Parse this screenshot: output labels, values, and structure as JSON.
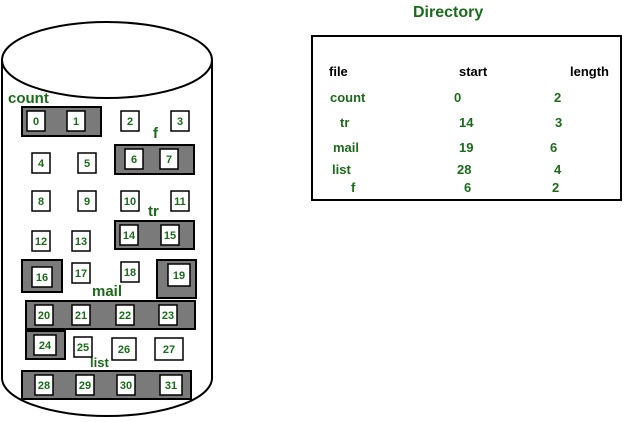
{
  "disk": {
    "blocks": [
      "0",
      "1",
      "2",
      "3",
      "4",
      "5",
      "6",
      "7",
      "8",
      "9",
      "10",
      "11",
      "12",
      "13",
      "14",
      "15",
      "16",
      "17",
      "18",
      "19",
      "20",
      "21",
      "22",
      "23",
      "24",
      "25",
      "26",
      "27",
      "28",
      "29",
      "30",
      "31"
    ],
    "files": [
      {
        "label": "count",
        "blocks": [
          0,
          1
        ]
      },
      {
        "label": "f",
        "blocks": [
          6,
          7
        ]
      },
      {
        "label": "tr",
        "blocks": [
          14,
          15
        ]
      },
      {
        "label": "mail",
        "blocks": [
          19,
          20,
          21,
          22,
          23,
          24
        ]
      },
      {
        "label": "list",
        "blocks": [
          28,
          29,
          30,
          31
        ]
      }
    ]
  },
  "directory": {
    "title": "Directory",
    "headers": {
      "file": "file",
      "start": "start",
      "length": "length"
    },
    "rows": [
      {
        "file": "count",
        "start": "0",
        "length": "2"
      },
      {
        "file": "tr",
        "start": "14",
        "length": "3"
      },
      {
        "file": "mail",
        "start": "19",
        "length": "6"
      },
      {
        "file": "list",
        "start": "28",
        "length": "4"
      },
      {
        "file": "f",
        "start": "6",
        "length": "2"
      }
    ]
  },
  "colors": {
    "label_green": "#1b6b1b",
    "allocated_fill": "#7a7a7a",
    "outline": "#000000",
    "block_fill": "#ffffff"
  }
}
